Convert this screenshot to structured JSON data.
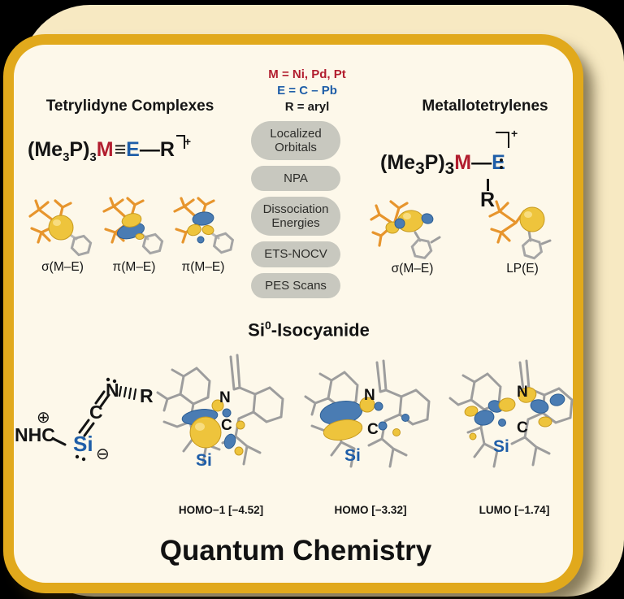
{
  "canvas": {
    "background": "#000000",
    "outer_bg": "#f7e9c2",
    "gold_border": "#e1a91c",
    "inner_bg": "#fdf8ea"
  },
  "colors": {
    "metal_red": "#b21e2f",
    "element_blue": "#1f5ea8",
    "orbital_yellow": "#eec43c",
    "orbital_blue": "#4a7cb3",
    "stick_orange": "#e7952d",
    "stick_gray": "#9d9d9d",
    "pill_bg": "#c8c8bf"
  },
  "legend": {
    "m_line": "M = Ni, Pd, Pt",
    "e_line": "E = C – Pb",
    "r_line": "R = aryl"
  },
  "tetrylidyne": {
    "title": "Tetrylidyne Complexes",
    "formula": {
      "p1": "(Me",
      "s1": "3",
      "p2": "P)",
      "s2": "3",
      "metal": "M",
      "bond": "≡",
      "element": "E",
      "single": "—",
      "r": "R",
      "charge": "+"
    },
    "orbitals": [
      {
        "label": "σ(M–E)"
      },
      {
        "label": "π(M–E)"
      },
      {
        "label": "π(M–E)"
      }
    ]
  },
  "metallotetrylene": {
    "title": "Metallotetrylenes",
    "formula": {
      "p1": "(Me",
      "s1": "3",
      "p2": "P)",
      "s2": "3",
      "metal": "M",
      "single": "—",
      "element": "E",
      "charge": "+",
      "r": "R"
    },
    "orbitals": [
      {
        "label": "σ(M–E)"
      },
      {
        "label": "LP(E)"
      }
    ]
  },
  "methods": [
    {
      "label": "Localized Orbitals"
    },
    {
      "label": "NPA"
    },
    {
      "label": "Dissociation Energies"
    },
    {
      "label": "ETS-NOCV"
    },
    {
      "label": "PES Scans"
    }
  ],
  "si_isocyanide": {
    "title_base": "Si",
    "title_sup": "0",
    "title_rest": "-Isocyanide",
    "structure": {
      "nhc": "NHC",
      "plus": "⊕",
      "si": "Si",
      "minus": "⊖",
      "c": "C",
      "n": "N",
      "r": "R"
    },
    "atoms": {
      "n": "N",
      "c": "C",
      "si": "Si"
    },
    "orbitals": [
      {
        "label": "HOMO−1 [−4.52]"
      },
      {
        "label": "HOMO [−3.32]"
      },
      {
        "label": "LUMO [−1.74]"
      }
    ]
  },
  "footer": {
    "title": "Quantum Chemistry"
  }
}
